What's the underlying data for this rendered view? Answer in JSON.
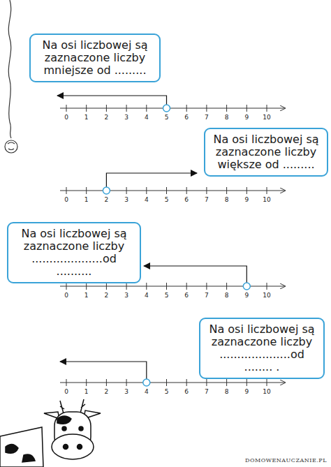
{
  "diagram": {
    "nodes": [
      {
        "text": [
          "Na osi liczbowej są zaznaczone liczby mniejsze od ........."
        ]
      },
      {
        "text": [
          "Na osi liczbowej są zaznaczone liczby większe od ........."
        ]
      },
      {
        "text": [
          "Na osi liczbowej są zaznaczone liczby ....................od .........."
        ]
      },
      {
        "text": [
          "Na osi liczbowej są zaznaczone liczby ....................od ........ ."
        ]
      }
    ],
    "labels": [
      "0",
      "1",
      "2",
      "3",
      "4",
      "5",
      "6",
      "7",
      "8",
      "9",
      "10",
      "0",
      "1",
      "2",
      "3",
      "4",
      "5",
      "6",
      "7",
      "8",
      "9",
      "10",
      "0",
      "1",
      "2",
      "3",
      "4",
      "5",
      "6",
      "7",
      "8",
      "9",
      "10",
      "0",
      "1",
      "2",
      "3",
      "4",
      "5",
      "6",
      "7",
      "8",
      "9",
      "10",
      "DOMOWENAUCZANIE.PL"
    ]
  }
}
